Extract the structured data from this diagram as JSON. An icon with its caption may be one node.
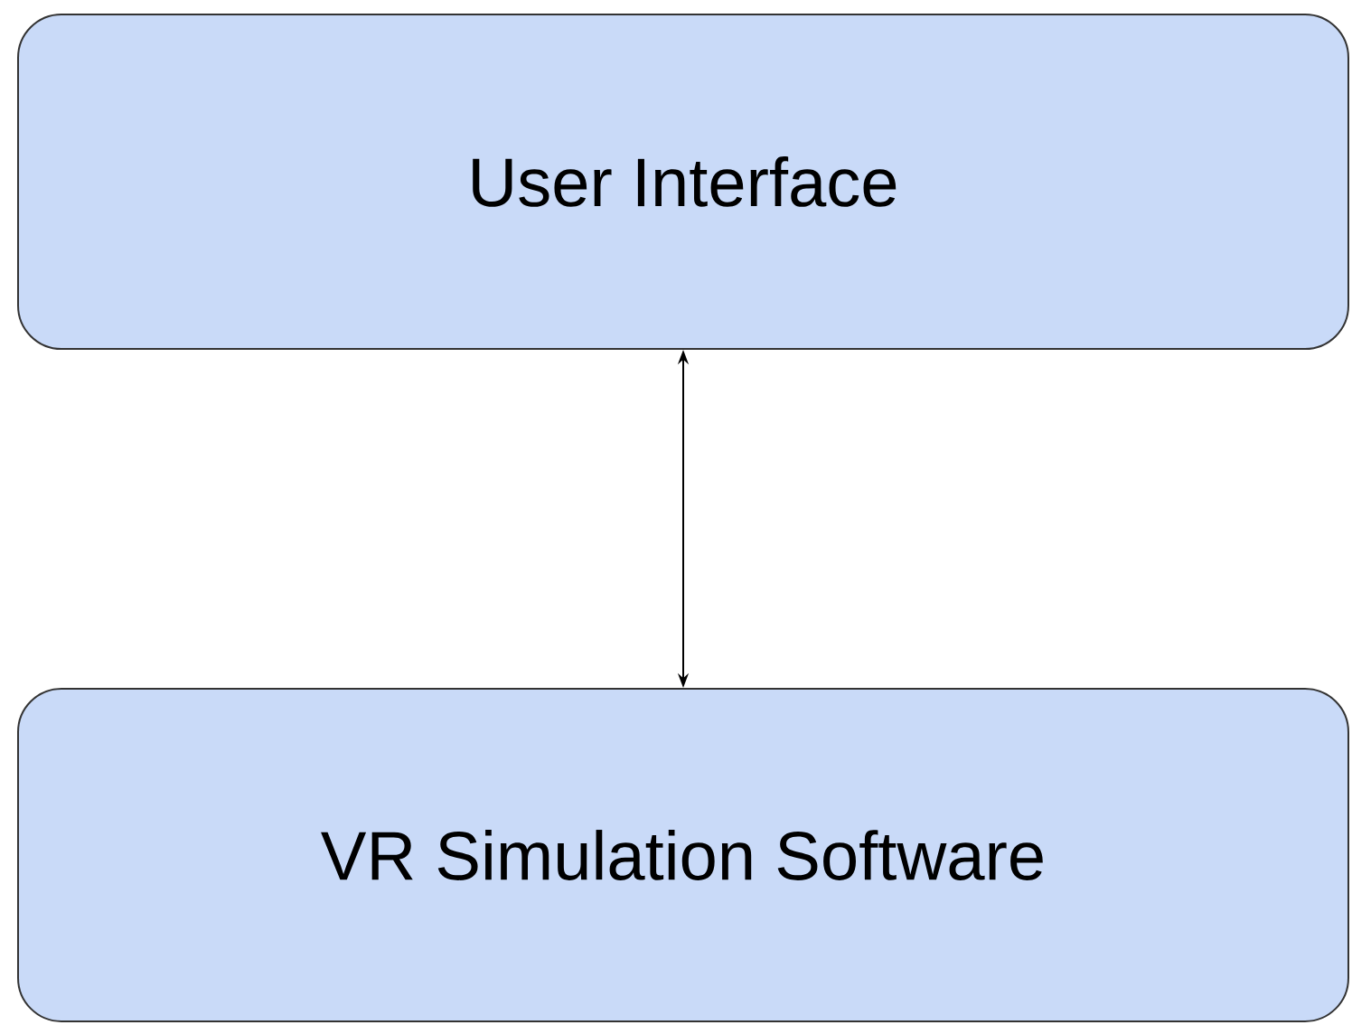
{
  "diagram": {
    "nodes": [
      {
        "text": [
          "User Interface"
        ]
      },
      {
        "text": [
          "VR Simulation Software"
        ]
      }
    ],
    "edges": [
      {
        "from": 0,
        "to": 1,
        "arrow": "both"
      }
    ]
  }
}
